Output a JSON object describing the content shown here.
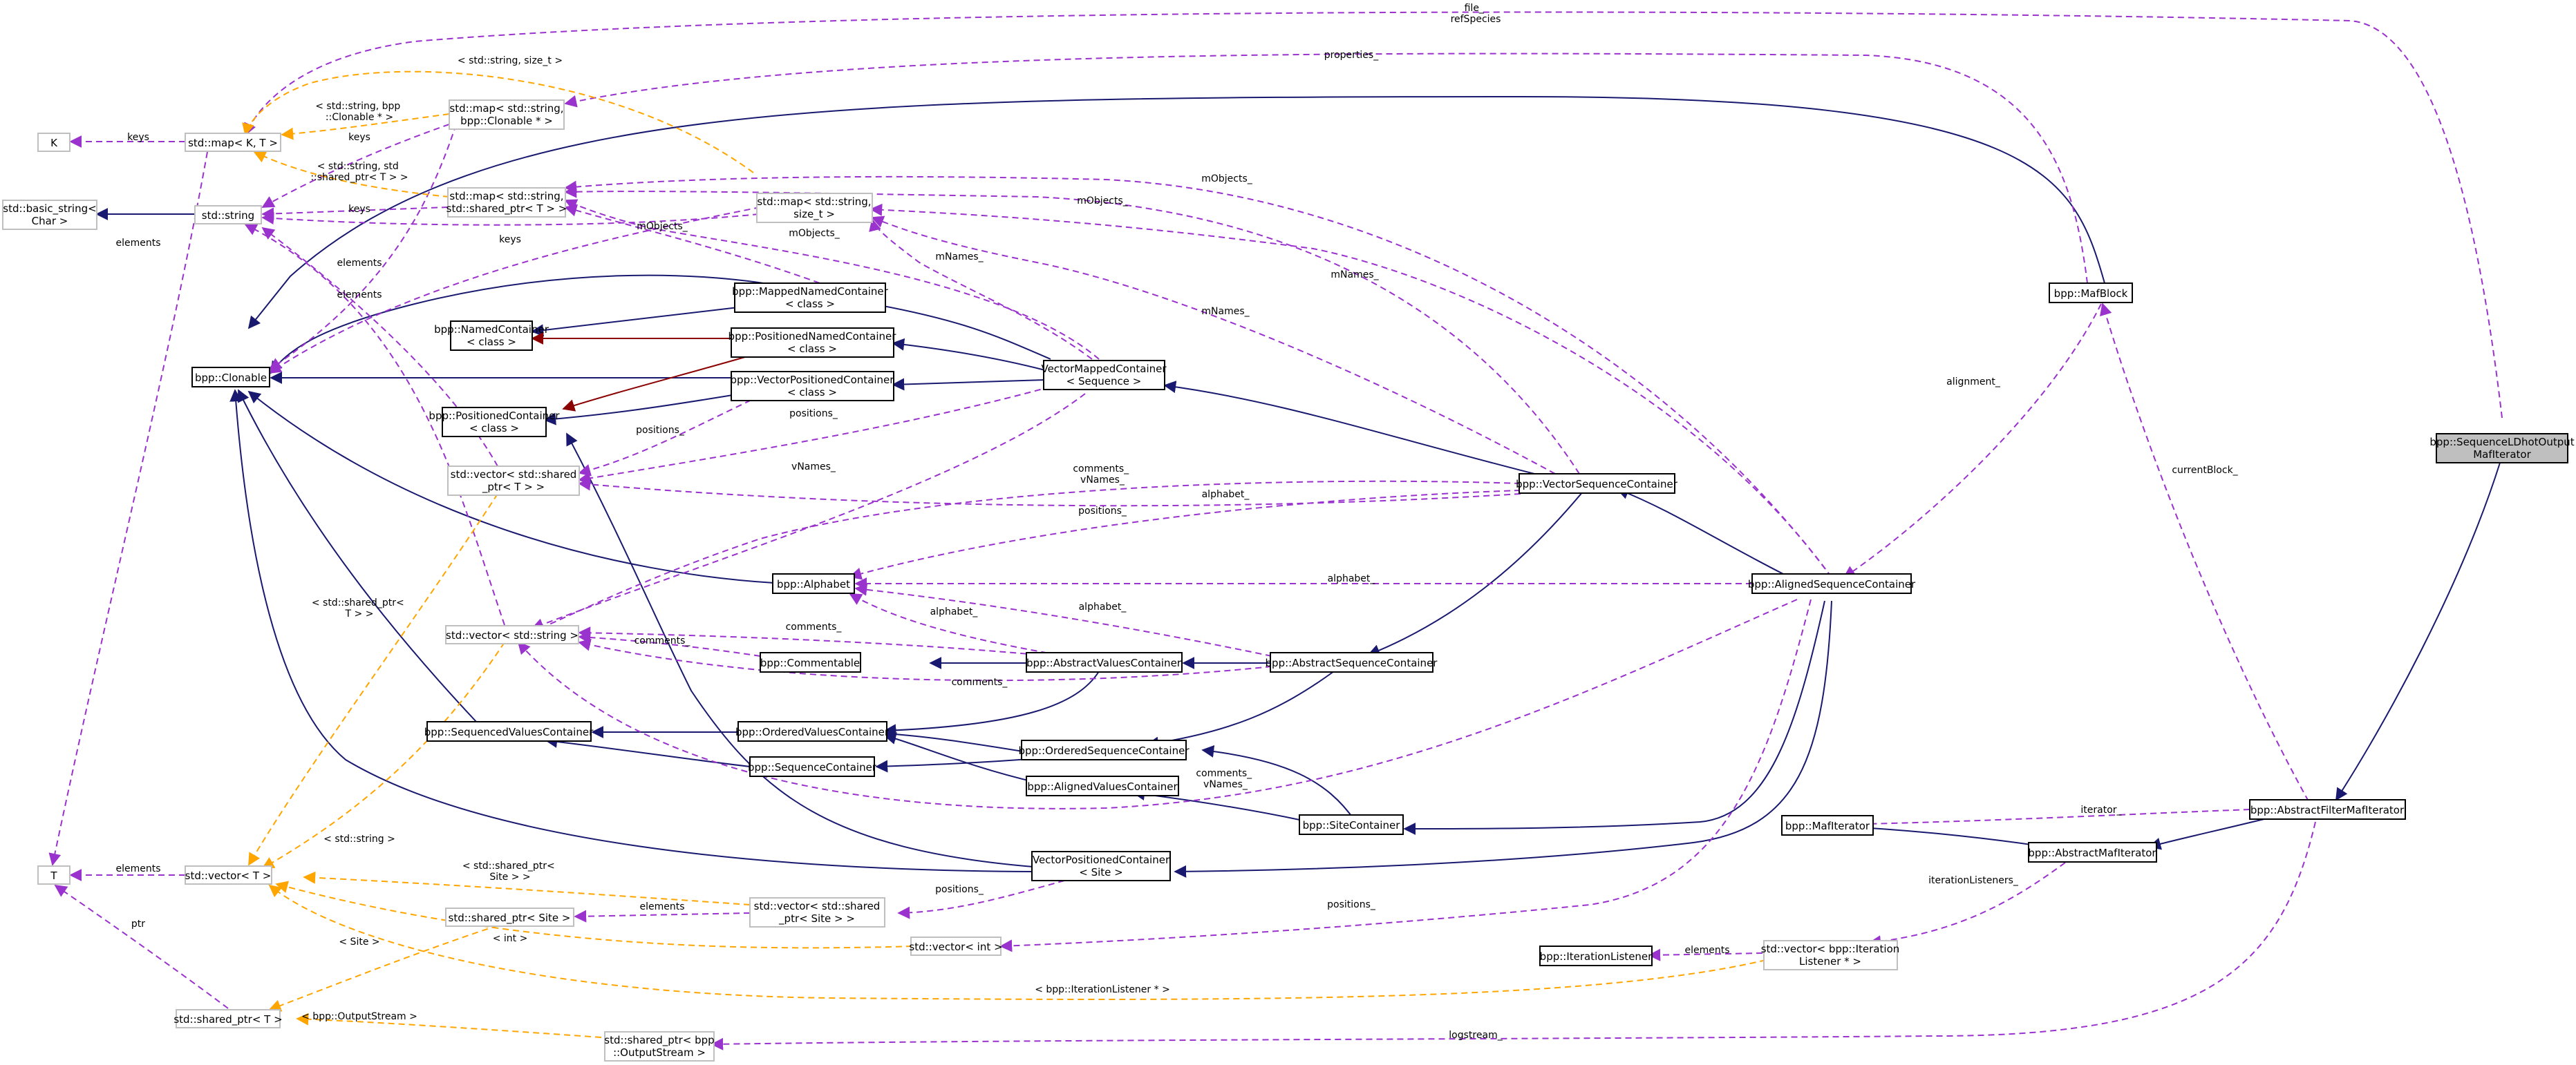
{
  "colors": {
    "inheritance": "#191970",
    "protected_inheritance": "#8b0000",
    "usage": "#9a32cd",
    "template": "#ffa500",
    "highlight_fill": "#bfbfbf",
    "template_border": "#bfbfbf"
  },
  "nodes": {
    "focus": [
      "bpp::SequenceLDhotOutput",
      "MafIterator"
    ],
    "maf_block": [
      "bpp::MafBlock"
    ],
    "abstract_filter_maf_iterator": [
      "bpp::AbstractFilterMafIterator"
    ],
    "abstract_maf_iterator": [
      "bpp::AbstractMafIterator"
    ],
    "maf_iterator": [
      "bpp::MafIterator"
    ],
    "iteration_listener": [
      "bpp::IterationListener"
    ],
    "vector_iteration_listener": [
      "std::vector< bpp::Iteration",
      "Listener * >"
    ],
    "aligned_sequence_container": [
      "bpp::AlignedSequenceContainer"
    ],
    "vector_sequence_container": [
      "bpp::VectorSequenceContainer"
    ],
    "abstract_sequence_container": [
      "bpp::AbstractSequenceContainer"
    ],
    "site_container": [
      "bpp::SiteContainer"
    ],
    "vector_mapped_container_sequence": [
      "VectorMappedContainer",
      "< Sequence >"
    ],
    "vector_positioned_container_site": [
      "VectorPositionedContainer",
      "< Site >"
    ],
    "mapped_named_container": [
      "bpp::MappedNamedContainer",
      "< class >"
    ],
    "positioned_named_container": [
      "bpp::PositionedNamedContainer",
      "< class >"
    ],
    "vector_positioned_container_class": [
      "bpp::VectorPositionedContainer",
      "< class >"
    ],
    "named_container": [
      "bpp::NamedContainer",
      "< class >"
    ],
    "positioned_container": [
      "bpp::PositionedContainer",
      "< class >"
    ],
    "clonable": [
      "bpp::Clonable"
    ],
    "alphabet": [
      "bpp::Alphabet"
    ],
    "abstract_values_container": [
      "bpp::AbstractValuesContainer"
    ],
    "commentable": [
      "bpp::Commentable"
    ],
    "ordered_values_container": [
      "bpp::OrderedValuesContainer"
    ],
    "ordered_sequence_container": [
      "bpp::OrderedSequenceContainer"
    ],
    "sequence_container": [
      "bpp::SequenceContainer"
    ],
    "aligned_values_container": [
      "bpp::AlignedValuesContainer"
    ],
    "sequenced_values_container": [
      "bpp::SequencedValuesContainer"
    ],
    "std_string": [
      "std::string"
    ],
    "basic_string": [
      "std::basic_string<",
      "Char >"
    ],
    "map_k_t": [
      "std::map< K, T >"
    ],
    "k": [
      "K"
    ],
    "t": [
      "T"
    ],
    "map_string_clonable": [
      "std::map< std::string,",
      "bpp::Clonable * >"
    ],
    "map_string_shared_ptr": [
      "std::map< std::string,",
      "std::shared_ptr< T > >"
    ],
    "map_string_size_t": [
      "std::map< std::string,",
      "size_t >"
    ],
    "vector_shared_ptr_t": [
      "std::vector< std::shared",
      "_ptr< T > >"
    ],
    "vector_string": [
      "std::vector< std::string >"
    ],
    "vector_t": [
      "std::vector< T >"
    ],
    "vector_shared_ptr_site": [
      "std::vector< std::shared",
      "_ptr< Site > >"
    ],
    "shared_ptr_site": [
      "std::shared_ptr< Site >"
    ],
    "vector_int": [
      "std::vector< int >"
    ],
    "shared_ptr_t": [
      "std::shared_ptr< T >"
    ],
    "shared_ptr_output_stream": [
      "std::shared_ptr< bpp",
      "::OutputStream >"
    ]
  },
  "edge_labels": {
    "file_refspecies": [
      "file_",
      "refSpecies"
    ],
    "properties": [
      "properties_"
    ],
    "string_size_t": [
      "< std::string, size_t >"
    ],
    "string_bpp_clonable": [
      "< std::string, bpp",
      "::Clonable * >"
    ],
    "keys_1": [
      "keys"
    ],
    "keys_2": [
      "keys"
    ],
    "keys_3": [
      "keys"
    ],
    "keys_4": [
      "keys"
    ],
    "string_std_shared_ptr": [
      "< std::string, std",
      "::shared_ptr< T > >"
    ],
    "elements_1": [
      "elements"
    ],
    "elements_2": [
      "elements"
    ],
    "elements_3": [
      "elements"
    ],
    "elements_4": [
      "elements"
    ],
    "elements_5": [
      "elements"
    ],
    "elements_6": [
      "elements"
    ],
    "mobjects_1": [
      "mObjects_"
    ],
    "mobjects_2": [
      "mObjects_"
    ],
    "mobjects_3": [
      "mObjects_"
    ],
    "mobjects_4": [
      "mObjects_"
    ],
    "mnames_1": [
      "mNames_"
    ],
    "mnames_2": [
      "mNames_"
    ],
    "mnames_3": [
      "mNames_"
    ],
    "alignment": [
      "alignment_"
    ],
    "current_block": [
      "currentBlock_"
    ],
    "positions_1": [
      "positions_"
    ],
    "positions_2": [
      "positions_"
    ],
    "positions_3": [
      "positions_"
    ],
    "positions_4": [
      "positions_"
    ],
    "positions_5": [
      "positions_"
    ],
    "vnames": [
      "vNames_"
    ],
    "comments_vnames_1": [
      "comments_",
      "vNames_"
    ],
    "comments_vnames_2": [
      "comments_",
      "vNames_"
    ],
    "alphabet_1": [
      "alphabet_"
    ],
    "alphabet_2": [
      "alphabet_"
    ],
    "alphabet_3": [
      "alphabet_"
    ],
    "alphabet_4": [
      "alphabet_"
    ],
    "comments_1": [
      "comments_"
    ],
    "comments_2": [
      "comments_"
    ],
    "comments_3": [
      "comments_"
    ],
    "std_shared_ptr_t": [
      "< std::shared_ptr<",
      "T > >"
    ],
    "std_string_tpl": [
      "< std::string >"
    ],
    "std_shared_ptr_site": [
      "< std::shared_ptr<",
      "Site > >"
    ],
    "site": [
      "< Site >"
    ],
    "int": [
      "< int >"
    ],
    "ptr": [
      "ptr"
    ],
    "iterator": [
      "iterator_"
    ],
    "iteration_listeners": [
      "iterationListeners_"
    ],
    "bpp_iteration_listener": [
      "< bpp::IterationListener * >"
    ],
    "bpp_output_stream": [
      "< bpp::OutputStream >"
    ],
    "logstream": [
      "logstream_"
    ]
  }
}
